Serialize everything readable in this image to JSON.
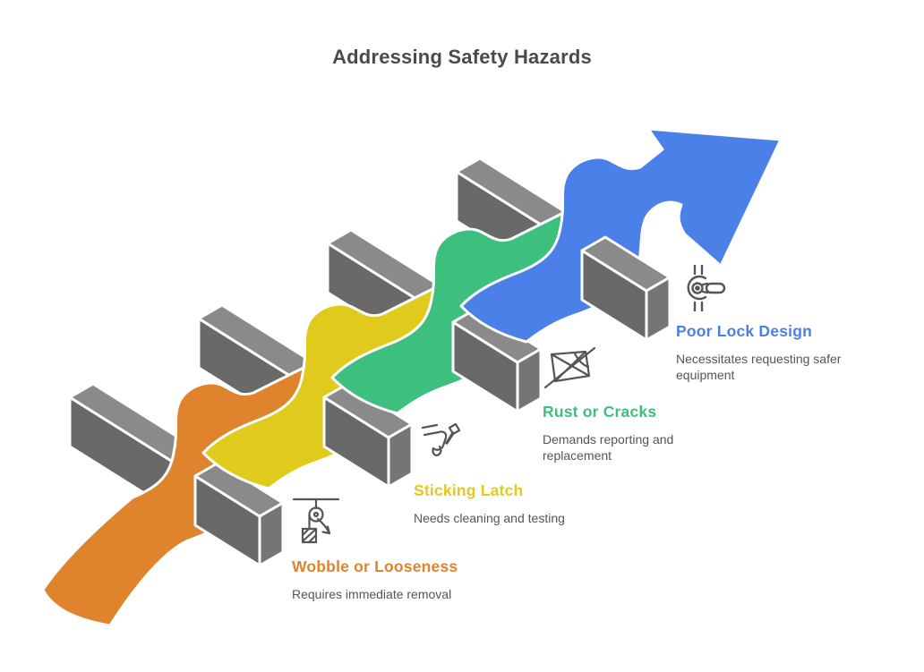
{
  "title": "Addressing Safety Hazards",
  "stages": [
    {
      "label": "Wobble or Looseness",
      "description": "Requires immediate removal",
      "color": "#E0832D",
      "icon": "pulley-load-icon"
    },
    {
      "label": "Sticking Latch",
      "description": "Needs cleaning and testing",
      "color": "#E0CB1C",
      "icon": "hand-hammer-icon"
    },
    {
      "label": "Rust or Cracks",
      "description": "Demands reporting and replacement",
      "color": "#3DBF7E",
      "icon": "crossed-panel-icon"
    },
    {
      "label": "Poor Lock Design",
      "description": "Necessitates requesting safer equipment",
      "color": "#4A80E8",
      "icon": "lever-handle-icon"
    }
  ],
  "arrow": {
    "direction": "up-right",
    "color": "#4A80E8"
  },
  "colors": {
    "title_text": "#4A4A4A",
    "description_text": "#555555",
    "bar_top": "#8A8A8A",
    "bar_side": "#696969",
    "bar_end": "#757575",
    "outline": "#FFFFFF"
  }
}
